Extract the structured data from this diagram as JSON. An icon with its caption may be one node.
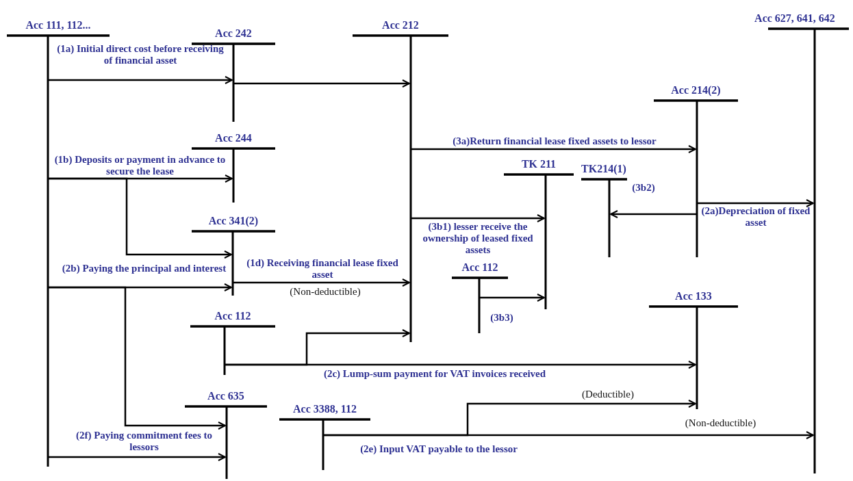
{
  "diagram": {
    "nodes": [
      {
        "text": [
          "Acc 111, 112..."
        ]
      },
      {
        "text": [
          "Acc 242"
        ]
      },
      {
        "text": [
          "Acc 212"
        ]
      },
      {
        "text": [
          "Acc 627, 641, 642"
        ]
      },
      {
        "text": [
          "Acc 214(2)"
        ]
      },
      {
        "text": [
          "Acc 244"
        ]
      },
      {
        "text": [
          "TK 211"
        ]
      },
      {
        "text": [
          "TK214(1)"
        ]
      },
      {
        "text": [
          "Acc 341(2)"
        ]
      },
      {
        "text": [
          "Acc 112"
        ]
      },
      {
        "text": [
          "Acc 112"
        ]
      },
      {
        "text": [
          "Acc 133"
        ]
      },
      {
        "text": [
          "Acc 635"
        ]
      },
      {
        "text": [
          "Acc 3388, 112"
        ]
      }
    ],
    "edges": [
      {
        "from": 0,
        "to": 1,
        "arrow": "to",
        "label": "(1a) Initial direct cost before receiving of financial asset"
      },
      {
        "from": 1,
        "to": 2,
        "arrow": "to"
      },
      {
        "from": 0,
        "to": 5,
        "arrow": "to",
        "label": "(1b) Deposits or payment in advance to secure the lease"
      },
      {
        "from": 0,
        "to": 8,
        "arrow": "to"
      },
      {
        "from": 0,
        "to": 8,
        "arrow": "to",
        "label": "(2b) Paying the principal and interest"
      },
      {
        "from": 0,
        "to": 12,
        "arrow": "to"
      },
      {
        "from": 8,
        "to": 2,
        "arrow": "to",
        "label": "(1d) Receiving financial lease fixed asset"
      },
      {
        "from": 2,
        "to": 4,
        "arrow": "to",
        "label": "(3a)Return financial lease fixed assets to lessor"
      },
      {
        "from": 2,
        "to": 6,
        "arrow": "to",
        "label": "(3b1) lesser receive the ownership of leased fixed assets"
      },
      {
        "from": 4,
        "to": 7,
        "arrow": "to",
        "label": "(3b2)"
      },
      {
        "from": 4,
        "to": 3,
        "arrow": "to",
        "label": "(2a)Depreciation of fixed asset"
      },
      {
        "from": 9,
        "to": 6,
        "arrow": "to",
        "label": "(3b3)"
      },
      {
        "from": 10,
        "to": 11,
        "arrow": "to",
        "label": "(2c) Lump-sum payment for VAT invoices received"
      },
      {
        "from": 10,
        "to": 2,
        "arrow": "to"
      },
      {
        "from": 13,
        "to": 11,
        "arrow": "to",
        "label": "(Deductible)"
      },
      {
        "from": 13,
        "to": 3,
        "arrow": "to",
        "label": "(2e) Input VAT payable to the lessor"
      },
      {
        "from": 0,
        "to": 12,
        "arrow": "to",
        "label": "(2f) Paying commitment fees to lessors"
      }
    ],
    "labels": [
      "(Non-deductible)",
      "(Non-deductible)"
    ]
  }
}
